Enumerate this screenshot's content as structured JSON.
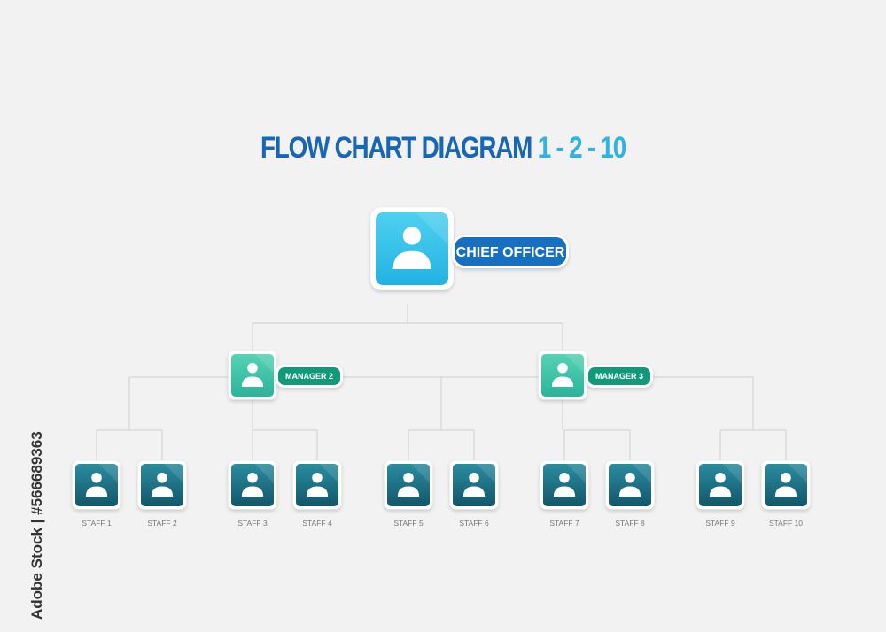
{
  "title": {
    "main": "FLOW CHART DIAGRAM",
    "numbers": "1 - 2 - 10"
  },
  "watermark": "Adobe Stock | #566689363",
  "colors": {
    "title_main": "#1867b5",
    "title_numbers": "#2fb3e0",
    "chief_box_top": "#4fd0f0",
    "chief_box_bottom": "#22b2e2",
    "chief_label_bg": "#1670bf",
    "manager_box_top": "#56d2b4",
    "manager_box_bottom": "#2ab49a",
    "manager_label_bg": "#109a7a",
    "staff_box_top": "#2a8ca0",
    "staff_box_bottom": "#13566a",
    "connector": "#cfcfcf",
    "staff_label": "#777777"
  },
  "nodes": {
    "chief": {
      "label": "CHIEF OFFICER",
      "icon": "person-icon"
    },
    "managers": [
      {
        "label": "MANAGER 2",
        "icon": "person-icon"
      },
      {
        "label": "MANAGER 3",
        "icon": "person-icon"
      }
    ],
    "staff": [
      {
        "label": "STAFF 1",
        "icon": "person-icon"
      },
      {
        "label": "STAFF 2",
        "icon": "person-icon"
      },
      {
        "label": "STAFF 3",
        "icon": "person-icon"
      },
      {
        "label": "STAFF 4",
        "icon": "person-icon"
      },
      {
        "label": "STAFF 5",
        "icon": "person-icon"
      },
      {
        "label": "STAFF 6",
        "icon": "person-icon"
      },
      {
        "label": "STAFF 7",
        "icon": "person-icon"
      },
      {
        "label": "STAFF 8",
        "icon": "person-icon"
      },
      {
        "label": "STAFF 9",
        "icon": "person-icon"
      },
      {
        "label": "STAFF 10",
        "icon": "person-icon"
      }
    ]
  }
}
